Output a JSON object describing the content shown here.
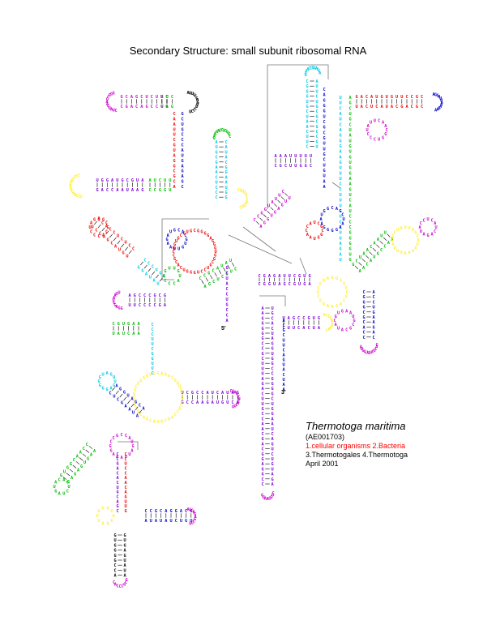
{
  "title": "Secondary Structure: small subunit ribosomal RNA",
  "organism": {
    "species": "Thermotoga maritima",
    "accession": "(AE001703)",
    "lineage_1": "1.cellular organisms 2.Bacteria",
    "lineage_2": "3.Thermotogales 4.Thermotoga",
    "date": "April 2001"
  },
  "ends": {
    "five_prime": "5'",
    "three_prime": "3'"
  },
  "colors": {
    "magenta": "#cc00cc",
    "purple": "#7a00d9",
    "blue": "#0000cc",
    "cyan": "#00c8e6",
    "green": "#00bb00",
    "red": "#ee0000",
    "yellow": "#ffee33",
    "black": "#000000",
    "frame": "#777777"
  }
}
